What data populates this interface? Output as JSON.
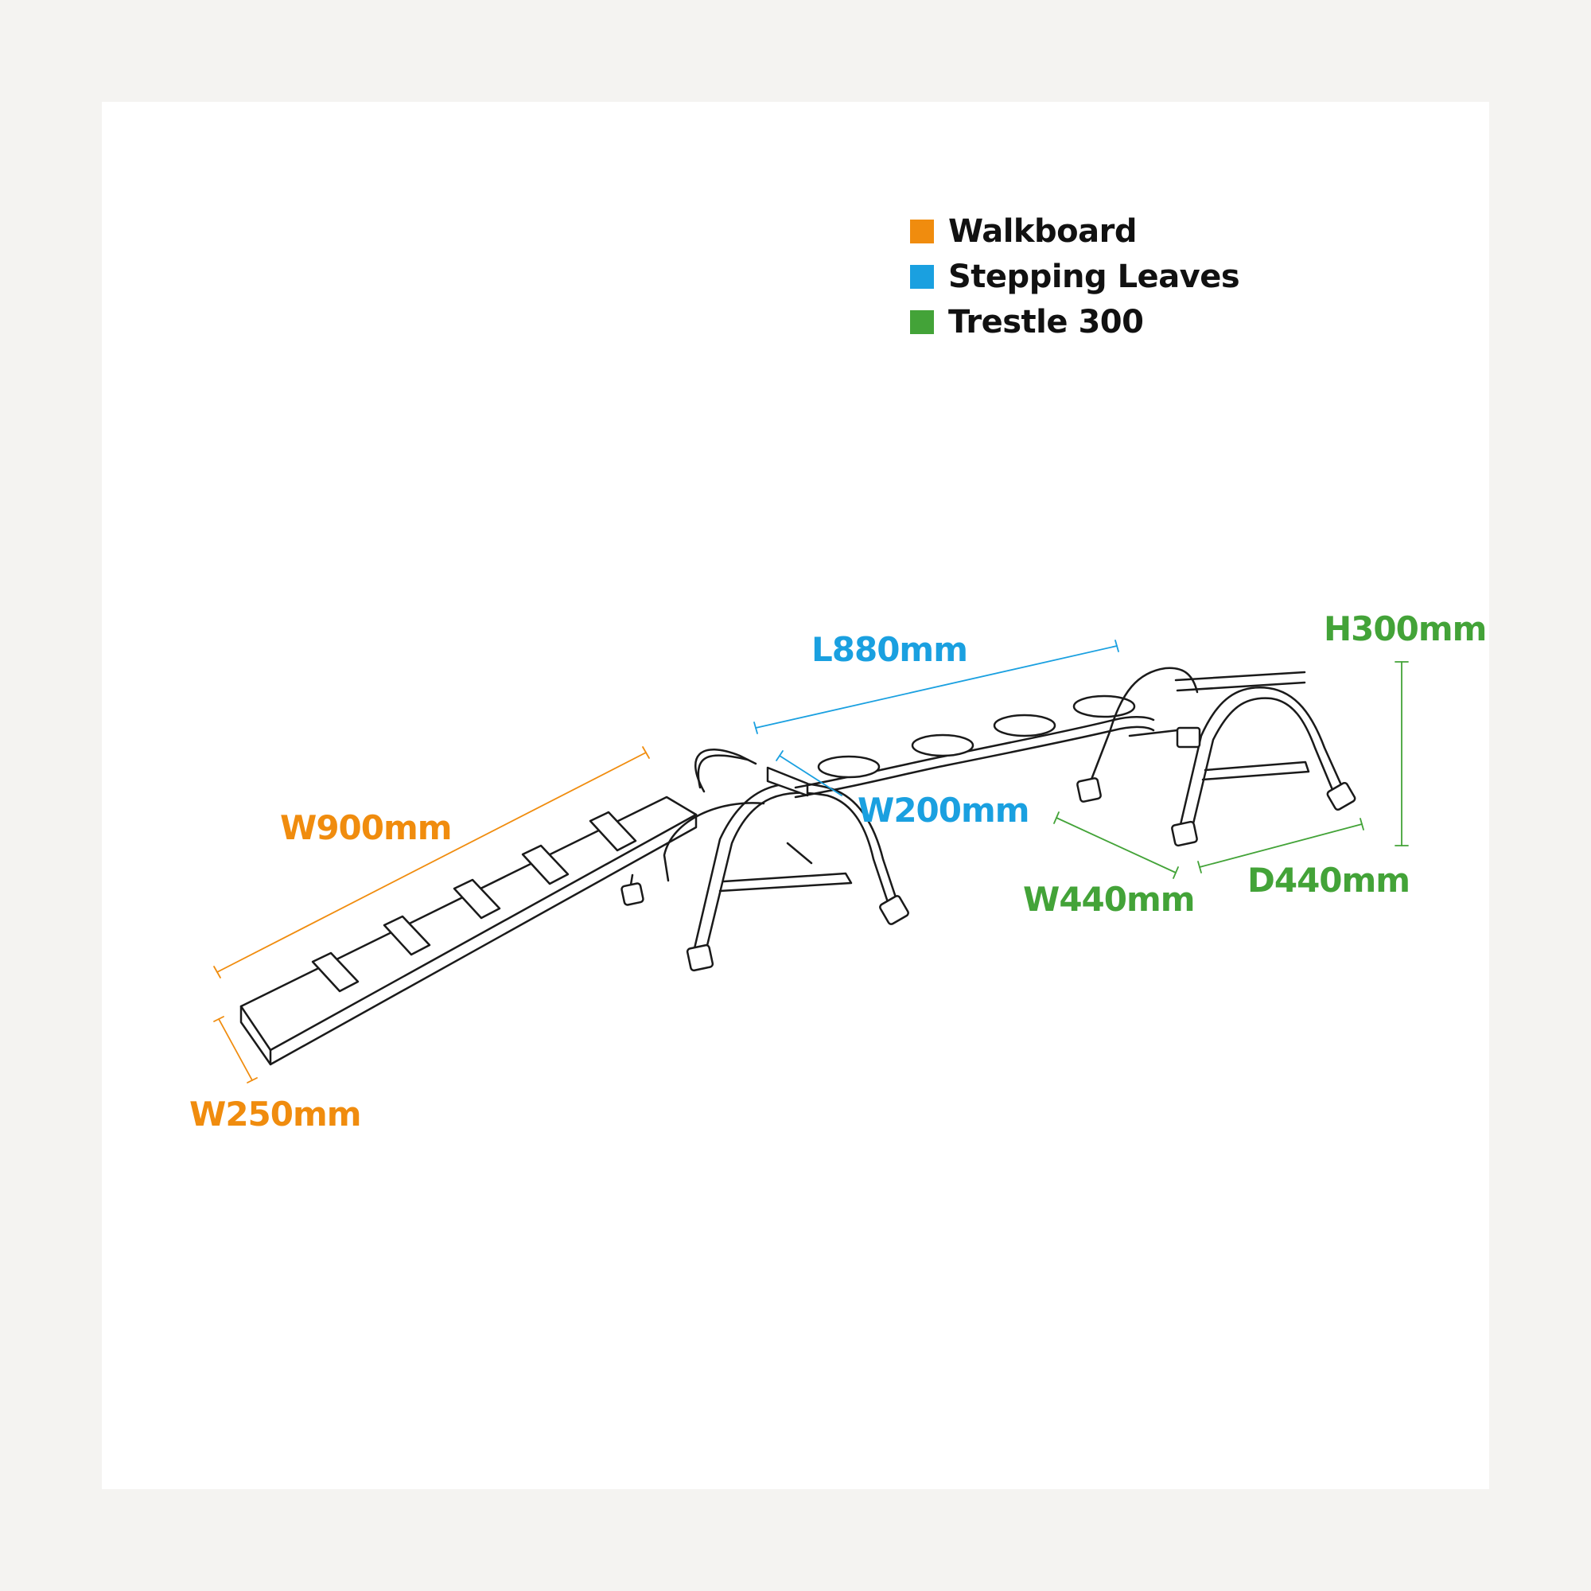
{
  "colors": {
    "walkboard": "#f08c0e",
    "stepping_leaves": "#1aa0e0",
    "trestle": "#43a338",
    "outline": "#1a1a1a",
    "background": "#f4f3f1",
    "card": "#ffffff"
  },
  "legend": [
    {
      "label": "Walkboard",
      "color": "#f08c0e"
    },
    {
      "label": "Stepping Leaves",
      "color": "#1aa0e0"
    },
    {
      "label": "Trestle 300",
      "color": "#43a338"
    }
  ],
  "dimensions": {
    "walkboard_length": "W900mm",
    "walkboard_width": "W250mm",
    "leaves_length": "L880mm",
    "leaves_width": "W200mm",
    "trestle_height": "H300mm",
    "trestle_width": "W440mm",
    "trestle_depth": "D440mm"
  }
}
